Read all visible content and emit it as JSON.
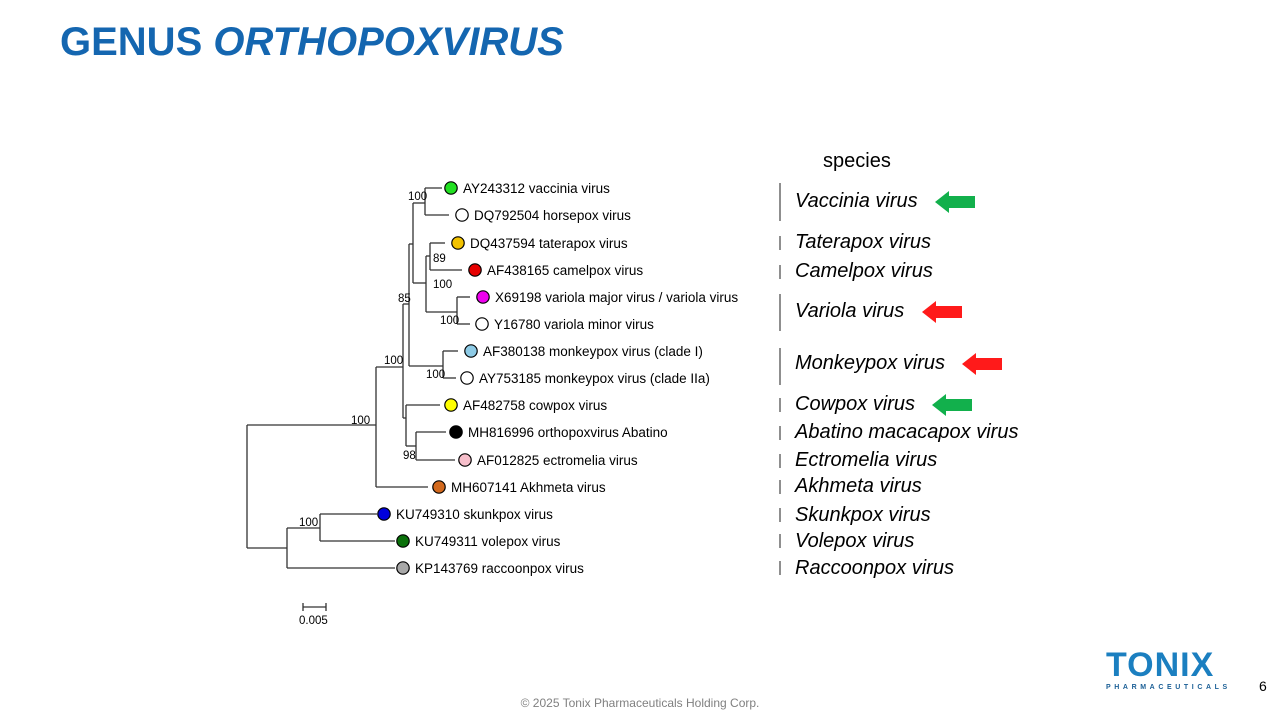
{
  "title": {
    "prefix": "GENUS ",
    "italic": "ORTHOPOXVIRUS"
  },
  "species_header": "species",
  "leaves": [
    {
      "label": "AY243312 vaccinia virus",
      "color": "#22e022"
    },
    {
      "label": "DQ792504 horsepox virus",
      "color": "#ffffff"
    },
    {
      "label": "DQ437594 taterapox virus",
      "color": "#f2c200"
    },
    {
      "label": "AF438165 camelpox virus",
      "color": "#e60000"
    },
    {
      "label": "X69198 variola major virus / variola virus",
      "color": "#ee00ee"
    },
    {
      "label": "Y16780 variola minor virus",
      "color": "#ffffff"
    },
    {
      "label": "AF380138 monkeypox virus (clade I)",
      "color": "#8ecbe6"
    },
    {
      "label": "AY753185 monkeypox virus (clade IIa)",
      "color": "#ffffff"
    },
    {
      "label": "AF482758 cowpox virus",
      "color": "#ffff00"
    },
    {
      "label": "MH816996 orthopoxvirus Abatino",
      "color": "#000000"
    },
    {
      "label": "AF012825 ectromelia virus",
      "color": "#f7bfcb"
    },
    {
      "label": "MH607141 Akhmeta virus",
      "color": "#d2691e"
    },
    {
      "label": "KU749310 skunkpox virus",
      "color": "#0000dd"
    },
    {
      "label": "KU749311 volepox virus",
      "color": "#0a700a"
    },
    {
      "label": "KP143769 raccoonpox virus",
      "color": "#a8a8a8"
    }
  ],
  "bootstrap": {
    "root_upper": "100",
    "n_akhmeta_split": "100",
    "n_85": "85",
    "n_vaccinia": "100",
    "n_taterapox_camelpox": "89",
    "n_tater_camel_variola": "100",
    "n_variola": "100",
    "n_monkeypox": "100",
    "n_abatino_ectromelia": "98",
    "n_skunk_vole": "100"
  },
  "scale_bar": "0.005",
  "species": [
    {
      "name": "Vaccinia virus",
      "arrow": "green"
    },
    {
      "name": "Taterapox virus"
    },
    {
      "name": "Camelpox virus"
    },
    {
      "name": "Variola virus",
      "arrow": "red"
    },
    {
      "name": "Monkeypox virus",
      "arrow": "red"
    },
    {
      "name": "Cowpox virus",
      "arrow": "green"
    },
    {
      "name": "Abatino macacapox virus"
    },
    {
      "name": "Ectromelia virus"
    },
    {
      "name": "Akhmeta virus"
    },
    {
      "name": "Skunkpox virus"
    },
    {
      "name": "Volepox virus"
    },
    {
      "name": "Raccoonpox virus"
    }
  ],
  "colors": {
    "title": "#1466b0",
    "arrow_green": "#12b04c",
    "arrow_red": "#ff1a1a"
  },
  "logo": {
    "word": "TONIX",
    "sub": "PHARMACEUTICALS"
  },
  "footer": "© 2025 Tonix Pharmaceuticals Holding Corp.",
  "page_number": "6"
}
